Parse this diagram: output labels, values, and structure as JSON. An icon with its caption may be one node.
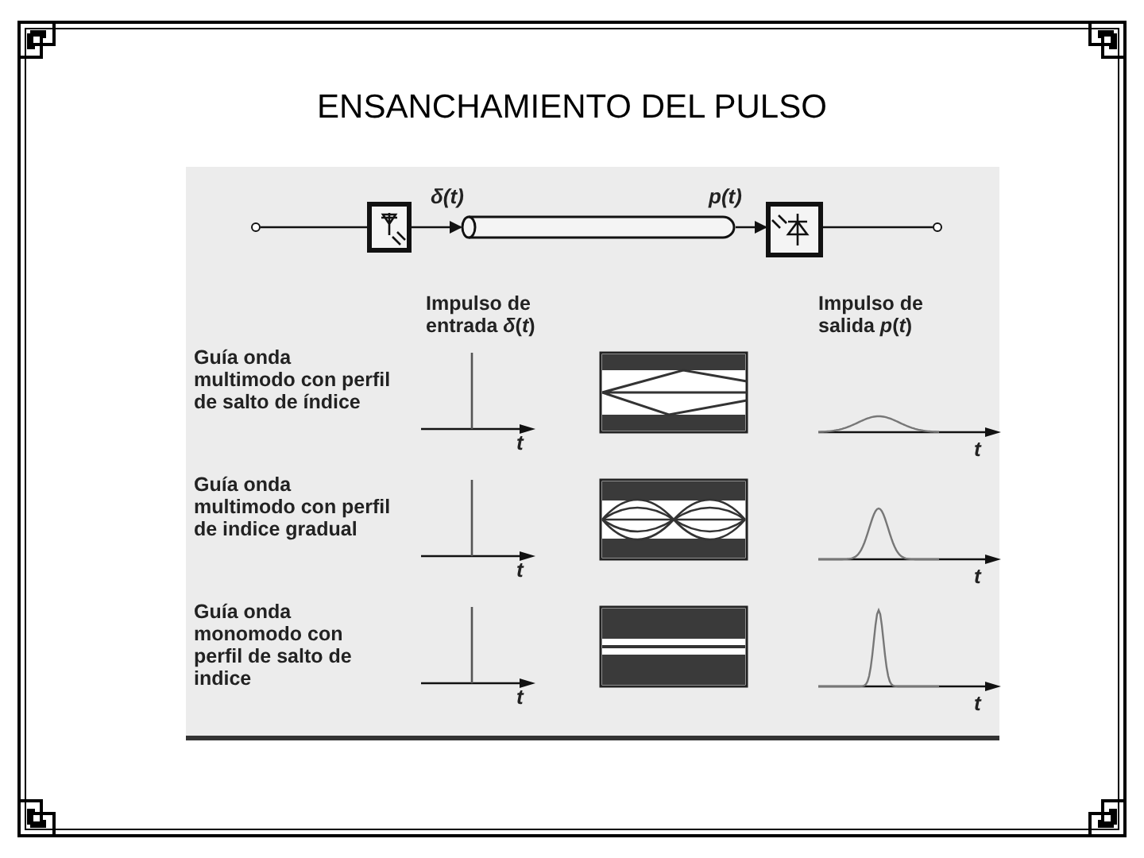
{
  "diagram": {
    "title": "ENSANCHAMIENTO DEL PULSO",
    "nodes": [
      {
        "text": [],
        "shape": "circle"
      },
      {
        "text": [],
        "shape": "box"
      },
      {
        "text": [],
        "shape": "cylinder"
      },
      {
        "text": [],
        "shape": "box"
      },
      {
        "text": [],
        "shape": "circle"
      }
    ],
    "edges": [
      {
        "from": 0,
        "to": 1,
        "arrow": "none"
      },
      {
        "from": 1,
        "to": 2,
        "arrow": "to",
        "label": "δ(t)"
      },
      {
        "from": 2,
        "to": 3,
        "arrow": "to",
        "label": "p(t)"
      },
      {
        "from": 3,
        "to": 4,
        "arrow": "none"
      }
    ],
    "labels": [
      "Impulso de entrada *δ*(*t*)",
      "Impulso de salida *p*(*t*)",
      "Guía onda multimodo con perfil de salto de índice",
      "t",
      "t",
      "Guía onda multimodo con perfil de indice gradual",
      "t",
      "t",
      "Guía onda monomodo con perfil de salto de indice",
      "t",
      "t"
    ]
  }
}
